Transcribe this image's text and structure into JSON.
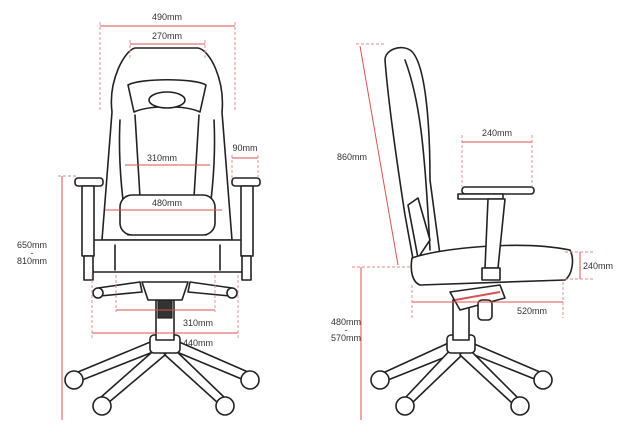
{
  "front_view": {
    "dims": {
      "overall_width": "490mm",
      "headrest_width": "270mm",
      "back_width": "310mm",
      "armrest_width": "90mm",
      "lumbar_width": "480mm",
      "arm_height_min": "650mm",
      "arm_height_sep": "-",
      "arm_height_max": "810mm",
      "seat_width": "310mm",
      "seat_outer_width": "440mm"
    }
  },
  "side_view": {
    "dims": {
      "back_height": "860mm",
      "armrest_depth": "240mm",
      "seat_thickness": "240mm",
      "seat_depth": "520mm",
      "seat_height_min": "480mm",
      "seat_height_sep": "-",
      "seat_height_max": "570mm"
    }
  },
  "colors": {
    "dimension": "#d9534f",
    "outline": "#222222"
  }
}
